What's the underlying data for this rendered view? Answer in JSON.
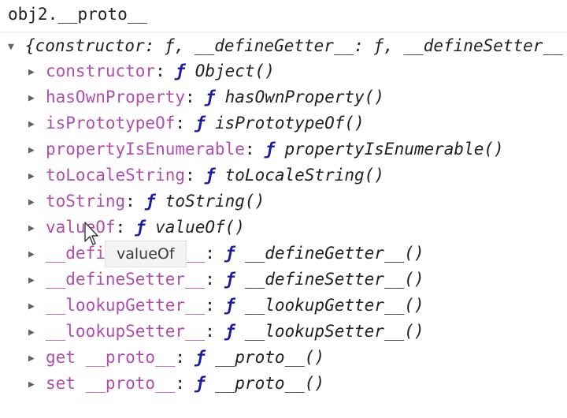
{
  "console": {
    "input_text": "obj2.__proto__",
    "summary": {
      "expand_glyph": "▼",
      "text": "{constructor: ƒ, __defineGetter__: ƒ, __defineSetter__"
    },
    "properties": [
      {
        "key": "constructor",
        "func_symbol": "ƒ",
        "value": "Object()"
      },
      {
        "key": "hasOwnProperty",
        "func_symbol": "ƒ",
        "value": "hasOwnProperty()"
      },
      {
        "key": "isPrototypeOf",
        "func_symbol": "ƒ",
        "value": "isPrototypeOf()"
      },
      {
        "key": "propertyIsEnumerable",
        "func_symbol": "ƒ",
        "value": "propertyIsEnumerable()"
      },
      {
        "key": "toLocaleString",
        "func_symbol": "ƒ",
        "value": "toLocaleString()"
      },
      {
        "key": "toString",
        "func_symbol": "ƒ",
        "value": "toString()"
      },
      {
        "key": "valueOf",
        "func_symbol": "ƒ",
        "value": "valueOf()"
      },
      {
        "key": "__defineGetter__",
        "func_symbol": "ƒ",
        "value": "__defineGetter__()"
      },
      {
        "key": "__defineSetter__",
        "func_symbol": "ƒ",
        "value": "__defineSetter__()"
      },
      {
        "key": "__lookupGetter__",
        "func_symbol": "ƒ",
        "value": "__lookupGetter__()"
      },
      {
        "key": "__lookupSetter__",
        "func_symbol": "ƒ",
        "value": "__lookupSetter__()"
      },
      {
        "key": "get __proto__",
        "func_symbol": "ƒ",
        "value": "__proto__()"
      },
      {
        "key": "set __proto__",
        "func_symbol": "ƒ",
        "value": "__proto__()"
      }
    ],
    "collapsed_glyph": "▶",
    "colon": ":",
    "tooltip": "valueOf"
  },
  "colors": {
    "property_key": "#b04eaf",
    "function_symbol": "#1a1aa6",
    "text": "#202124",
    "tooltip_bg": "#f3f3f3"
  },
  "icons": {
    "expand": "triangle-down-icon",
    "collapsed": "triangle-right-icon",
    "pointer": "mouse-cursor-icon"
  }
}
